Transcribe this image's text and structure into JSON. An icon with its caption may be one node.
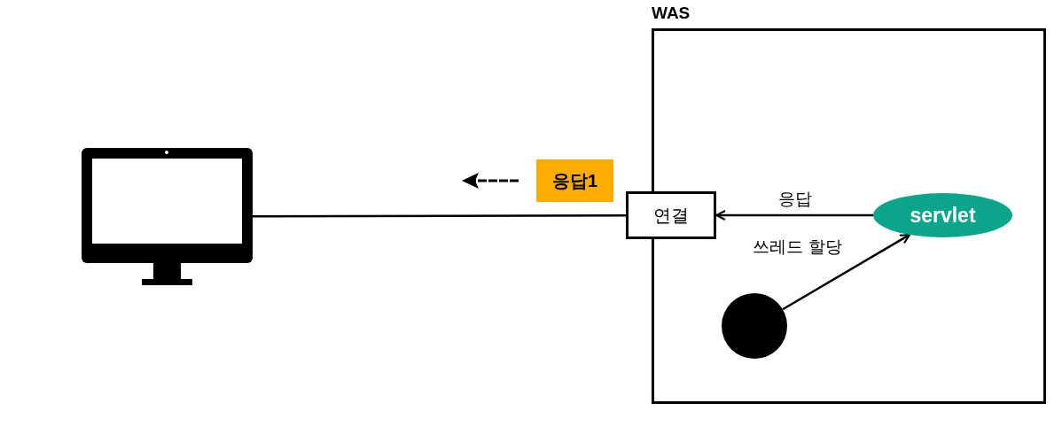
{
  "diagram": {
    "nodes": [
      {
        "text": [
          "WAS"
        ]
      },
      {
        "text": [],
        "shape": "monitor"
      },
      {
        "text": [
          "연결"
        ],
        "in": 0
      },
      {
        "text": [
          "servlet"
        ],
        "in": 0
      },
      {
        "text": [],
        "shape": "circle",
        "in": 0
      },
      {
        "text": [
          "응답1"
        ]
      }
    ],
    "edges": [
      {
        "from": 1,
        "to": 2,
        "arrow": "none"
      },
      {
        "from": 3,
        "to": 2,
        "arrow": "to",
        "label": "응답"
      },
      {
        "from": 4,
        "to": 3,
        "arrow": "to",
        "label": "쓰레드 할당"
      }
    ]
  }
}
